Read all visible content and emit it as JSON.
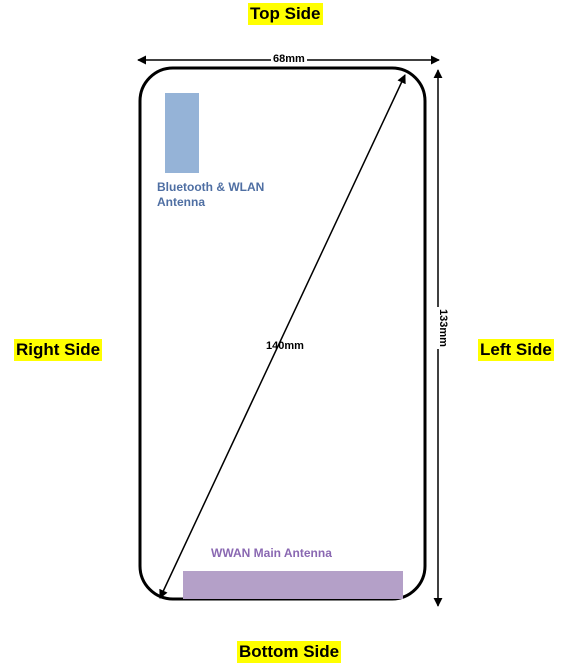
{
  "sides": {
    "top": "Top Side",
    "bottom": "Bottom Side",
    "right": "Right Side",
    "left": "Left Side"
  },
  "dimensions": {
    "width": "68mm",
    "height": "133mm",
    "diagonal": "140mm"
  },
  "antennas": {
    "bluetooth_wlan": "Bluetooth & WLAN Antenna",
    "wwan_main": "WWAN Main Antenna"
  },
  "colors": {
    "label_highlight": "#ffff00",
    "bt_antenna_fill": "#95b3d7",
    "bt_antenna_text": "#4f6fa3",
    "wwan_antenna_fill": "#b4a0c8",
    "wwan_antenna_text": "#8a68b2",
    "outline": "#000000"
  }
}
